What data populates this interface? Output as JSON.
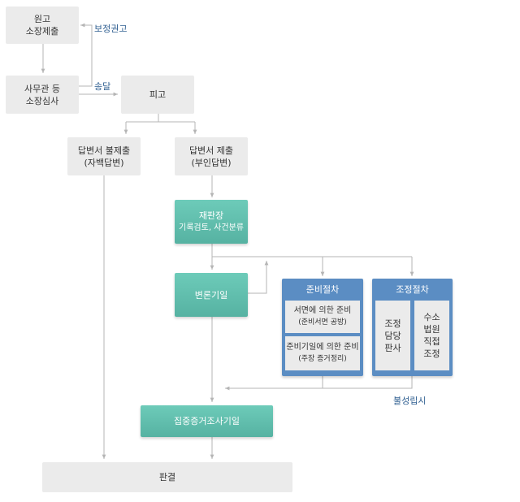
{
  "nodes": {
    "plaintiff_filing": [
      "원고",
      "소장제출"
    ],
    "clerk_review": [
      "사무관 등",
      "소장심사"
    ],
    "defendant": [
      "피고"
    ],
    "no_answer": [
      "답변서 불제출",
      "(자백답변)"
    ],
    "answer_filed": [
      "답변서 제출",
      "(부인답변)"
    ],
    "judge": [
      "재판장",
      "기록검토, 사건분류"
    ],
    "pleading_date": [
      "변론기일"
    ],
    "prep_procedure": {
      "title": "준비절차",
      "items": [
        [
          "서면에 의한 준비",
          "(준비서면 공방)"
        ],
        [
          "준비기일에 의한 준비",
          "(주장 증거정리)"
        ]
      ]
    },
    "mediation_procedure": {
      "title": "조정절차",
      "items": [
        [
          "조정",
          "담당",
          "판사"
        ],
        [
          "수소",
          "법원",
          "직접",
          "조정"
        ]
      ]
    },
    "evidence_date": [
      "집중증거조사기일"
    ],
    "judgment": [
      "판결"
    ]
  },
  "edge_labels": {
    "correction": "보정권고",
    "service": "송달",
    "failure": "불성립시"
  },
  "colors": {
    "gray_box": "#ebebeb",
    "teal_box": "#5bbcab",
    "blue_panel": "#5b8dc3",
    "label_text": "#2f5f91",
    "connector": "#b5b5b5"
  }
}
